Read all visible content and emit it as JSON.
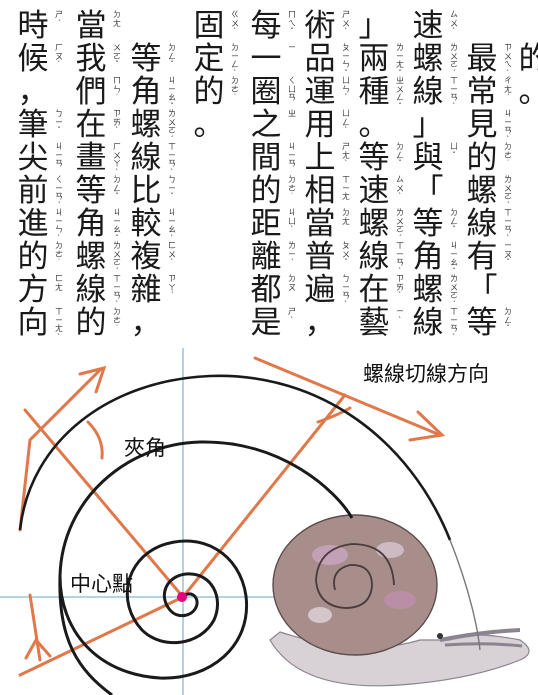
{
  "columns": [
    {
      "lead": 1,
      "chars": [
        [
          "的",
          ""
        ],
        [
          "。",
          ""
        ]
      ]
    },
    {
      "lead": 1,
      "chars": [
        [
          "最",
          "ㄗㄨㄟˋ"
        ],
        [
          "常",
          "ㄔㄤˊ"
        ],
        [
          "見",
          "ㄐㄧㄢˋ"
        ],
        [
          "的",
          "ㄉㄜ˙"
        ],
        [
          "螺",
          "ㄌㄨㄛˊ"
        ],
        [
          "線",
          "ㄒㄧㄢˋ"
        ],
        [
          "有",
          "ㄧㄡˇ"
        ],
        [
          "「",
          ""
        ],
        [
          "等",
          "ㄉㄥˇ"
        ]
      ]
    },
    {
      "lead": 0,
      "chars": [
        [
          "速",
          "ㄙㄨˋ"
        ],
        [
          "螺",
          "ㄌㄨㄛˊ"
        ],
        [
          "線",
          "ㄒㄧㄢˋ"
        ],
        [
          "」",
          ""
        ],
        [
          "與",
          "ㄩˇ"
        ],
        [
          "「",
          ""
        ],
        [
          "等",
          "ㄉㄥˇ"
        ],
        [
          "角",
          "ㄐㄧㄠˇ"
        ],
        [
          "螺",
          "ㄌㄨㄛˊ"
        ],
        [
          "線",
          "ㄒㄧㄢˋ"
        ]
      ]
    },
    {
      "lead": 0,
      "chars": [
        [
          "」",
          ""
        ],
        [
          "兩",
          "ㄌㄧㄤˇ"
        ],
        [
          "種",
          "ㄓㄨㄥˇ"
        ],
        [
          "。",
          ""
        ],
        [
          "等",
          "ㄉㄥˇ"
        ],
        [
          "速",
          "ㄙㄨˋ"
        ],
        [
          "螺",
          "ㄌㄨㄛˊ"
        ],
        [
          "線",
          "ㄒㄧㄢˋ"
        ],
        [
          "在",
          "ㄗㄞˋ"
        ],
        [
          "藝",
          "ㄧˋ"
        ]
      ]
    },
    {
      "lead": 0,
      "chars": [
        [
          "術",
          "ㄕㄨˋ"
        ],
        [
          "品",
          "ㄆㄧㄣˇ"
        ],
        [
          "運",
          "ㄩㄣˋ"
        ],
        [
          "用",
          "ㄩㄥˋ"
        ],
        [
          "上",
          "ㄕㄤˋ"
        ],
        [
          "相",
          "ㄒㄧㄤ"
        ],
        [
          "當",
          "ㄉㄤ"
        ],
        [
          "普",
          "ㄆㄨˇ"
        ],
        [
          "遍",
          "ㄅㄧㄢˋ"
        ],
        [
          "，",
          ""
        ]
      ]
    },
    {
      "lead": 0,
      "chars": [
        [
          "每",
          "ㄇㄟˇ"
        ],
        [
          "一",
          "ㄧ"
        ],
        [
          "圈",
          "ㄑㄩㄢ"
        ],
        [
          "之",
          "ㄓ"
        ],
        [
          "間",
          "ㄐㄧㄢ"
        ],
        [
          "的",
          "ㄉㄜ˙"
        ],
        [
          "距",
          "ㄐㄩˋ"
        ],
        [
          "離",
          "ㄌㄧˊ"
        ],
        [
          "都",
          "ㄉㄡ"
        ],
        [
          "是",
          "ㄕˋ"
        ]
      ]
    },
    {
      "lead": 0,
      "chars": [
        [
          "固",
          "ㄍㄨˋ"
        ],
        [
          "定",
          "ㄉㄧㄥˋ"
        ],
        [
          "的",
          "ㄉㄜ˙"
        ],
        [
          "。",
          ""
        ]
      ]
    },
    {
      "lead": 1,
      "chars": [
        [
          "等",
          "ㄉㄥˇ"
        ],
        [
          "角",
          "ㄐㄧㄠˇ"
        ],
        [
          "螺",
          "ㄌㄨㄛˊ"
        ],
        [
          "線",
          "ㄒㄧㄢˋ"
        ],
        [
          "比",
          "ㄅㄧˇ"
        ],
        [
          "較",
          "ㄐㄧㄠˋ"
        ],
        [
          "複",
          "ㄈㄨˋ"
        ],
        [
          "雜",
          "ㄗㄚˊ"
        ],
        [
          "，",
          ""
        ]
      ]
    },
    {
      "lead": 0,
      "chars": [
        [
          "當",
          "ㄉㄤ"
        ],
        [
          "我",
          "ㄨㄛˇ"
        ],
        [
          "們",
          "ㄇㄣ˙"
        ],
        [
          "在",
          "ㄗㄞˋ"
        ],
        [
          "畫",
          "ㄏㄨㄚˋ"
        ],
        [
          "等",
          "ㄉㄥˇ"
        ],
        [
          "角",
          "ㄐㄧㄠˇ"
        ],
        [
          "螺",
          "ㄌㄨㄛˊ"
        ],
        [
          "線",
          "ㄒㄧㄢˋ"
        ],
        [
          "的",
          "ㄉㄜ˙"
        ]
      ]
    },
    {
      "lead": 0,
      "chars": [
        [
          "時",
          "ㄕˊ"
        ],
        [
          "候",
          "ㄏㄡˋ"
        ],
        [
          "，",
          ""
        ],
        [
          "筆",
          "ㄅㄧˇ"
        ],
        [
          "尖",
          "ㄐㄧㄢ"
        ],
        [
          "前",
          "ㄑㄧㄢˊ"
        ],
        [
          "進",
          "ㄐㄧㄣˋ"
        ],
        [
          "的",
          "ㄉㄜ˙"
        ],
        [
          "方",
          "ㄈㄤ"
        ],
        [
          "向",
          "ㄒㄧㄤˋ"
        ]
      ]
    }
  ],
  "diagram": {
    "tangent_label": "螺線切線方向",
    "angle_label": "夾角",
    "center_label": "中心點"
  },
  "colors": {
    "text": "#1a1a1a",
    "spiral": "#1a1a1a",
    "construction": "#e0784a",
    "axis": "#9cc6de",
    "center_dot": "#e6007e",
    "snail_shell": "#a78e8a",
    "snail_body": "#d8d2d6"
  }
}
